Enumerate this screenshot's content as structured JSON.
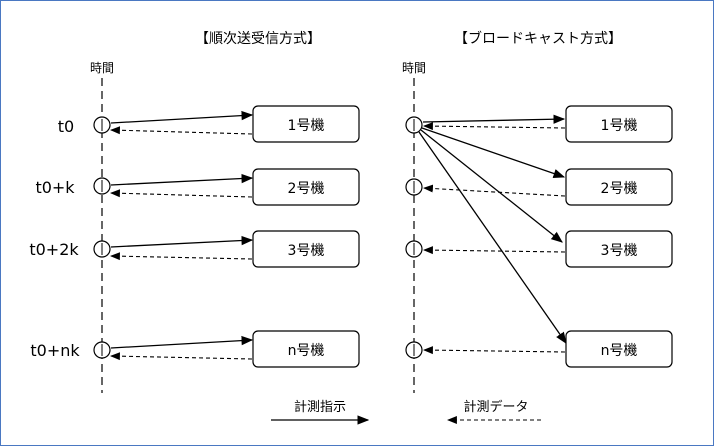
{
  "sections": {
    "sequential": {
      "title": "【順次送受信方式】",
      "time_label": "時間"
    },
    "broadcast": {
      "title": "【ブロードキャスト方式】",
      "time_label": "時間"
    }
  },
  "times": [
    "t0",
    "t0+k",
    "t0+2k",
    "t0+nk"
  ],
  "units": [
    "1号機",
    "2号機",
    "3号機",
    "n号機"
  ],
  "legend": {
    "command": "計測指示",
    "data": "計測データ"
  },
  "colors": {
    "border": "#4a78c2",
    "stroke": "#000000"
  }
}
